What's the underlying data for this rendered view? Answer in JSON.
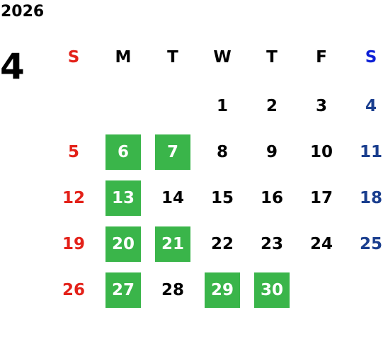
{
  "header": {
    "year": "2026",
    "month": "4"
  },
  "colors": {
    "sunday": "#e32119",
    "saturday": "#1a3e8e",
    "saturday_header": "#0c1fd6",
    "weekday": "#000000",
    "highlight_bg": "#3ab54a",
    "highlight_text": "#ffffff"
  },
  "weekdays": [
    "S",
    "M",
    "T",
    "W",
    "T",
    "F",
    "S"
  ],
  "weeks": [
    [
      null,
      null,
      null,
      "1",
      "2",
      "3",
      "4"
    ],
    [
      "5",
      "6",
      "7",
      "8",
      "9",
      "10",
      "11"
    ],
    [
      "12",
      "13",
      "14",
      "15",
      "16",
      "17",
      "18"
    ],
    [
      "19",
      "20",
      "21",
      "22",
      "23",
      "24",
      "25"
    ],
    [
      "26",
      "27",
      "28",
      "29",
      "30",
      null,
      null
    ]
  ],
  "highlighted_days": [
    "6",
    "7",
    "13",
    "20",
    "21",
    "27",
    "29",
    "30"
  ]
}
